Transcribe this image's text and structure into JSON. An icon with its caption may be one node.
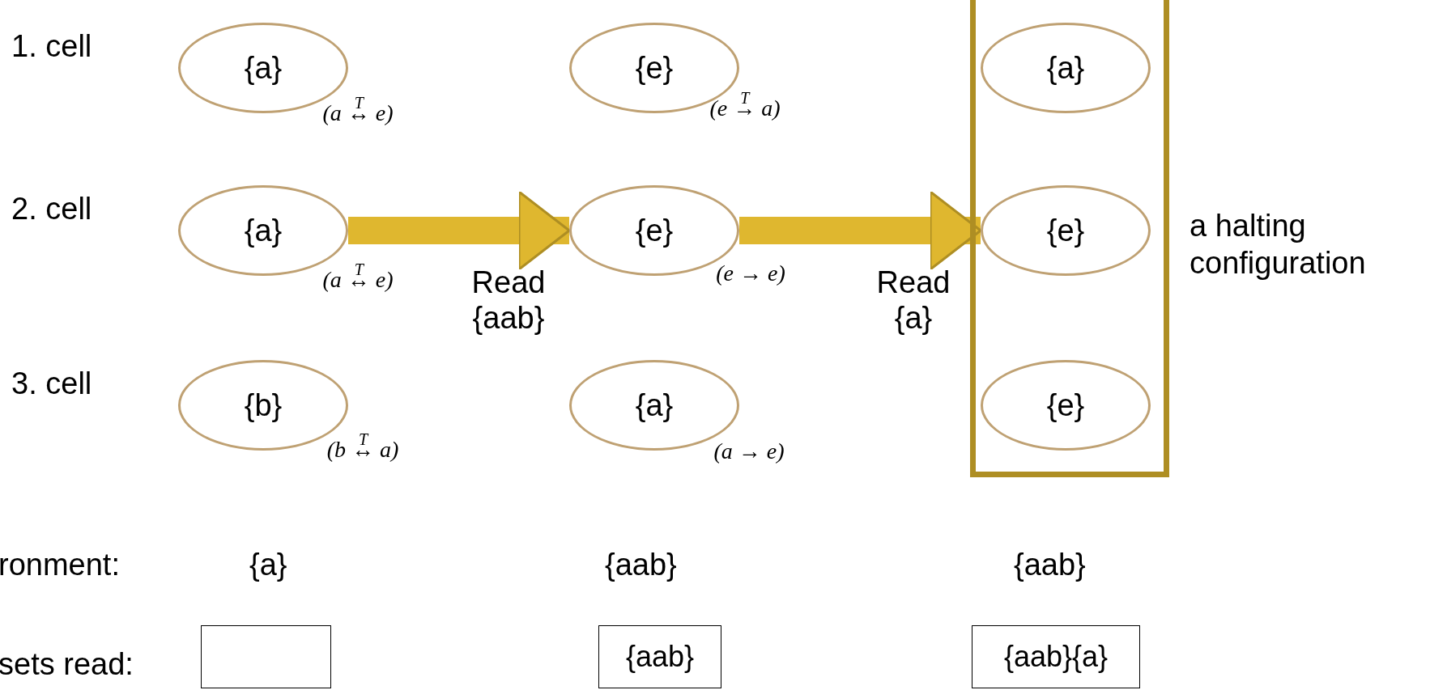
{
  "diagram": {
    "nodes": [
      {
        "text": [
          "{a}"
        ],
        "beside": [
          "(a ↔$^{T}$ e)"
        ]
      },
      {
        "text": [
          "{a}"
        ],
        "beside": [
          "(a ↔$^{T}$ e)"
        ]
      },
      {
        "text": [
          "{b}"
        ],
        "beside": [
          "(b ↔$^{T}$ a)"
        ]
      },
      {
        "text": [
          "{e}"
        ],
        "beside": [
          "(e →$^{T}$ a)"
        ]
      },
      {
        "text": [
          "{e}"
        ],
        "beside": [
          "(e → e)"
        ]
      },
      {
        "text": [
          "{a}"
        ],
        "beside": [
          "(a → e)"
        ]
      },
      {
        "text": [
          "a halting configuration"
        ]
      },
      {
        "text": [
          "{a}"
        ],
        "in": 6
      },
      {
        "text": [
          "{e}"
        ],
        "in": 6
      },
      {
        "text": [
          "{e}"
        ],
        "in": 6
      },
      {
        "text": [],
        "shape": "box"
      },
      {
        "text": [
          "{aab}"
        ]
      },
      {
        "text": [
          "{aab}{a}"
        ]
      }
    ],
    "edges": [
      {
        "from": 1,
        "to": 4,
        "arrow": "to",
        "label": "Read {aab}"
      },
      {
        "from": 4,
        "to": 8,
        "arrow": "to",
        "label": "Read {a}"
      }
    ],
    "labels": [
      "1. cell",
      "2. cell",
      "3. cell",
      "ronment:",
      "{a}",
      "{aab}",
      "{aab}",
      "sets read:"
    ]
  }
}
